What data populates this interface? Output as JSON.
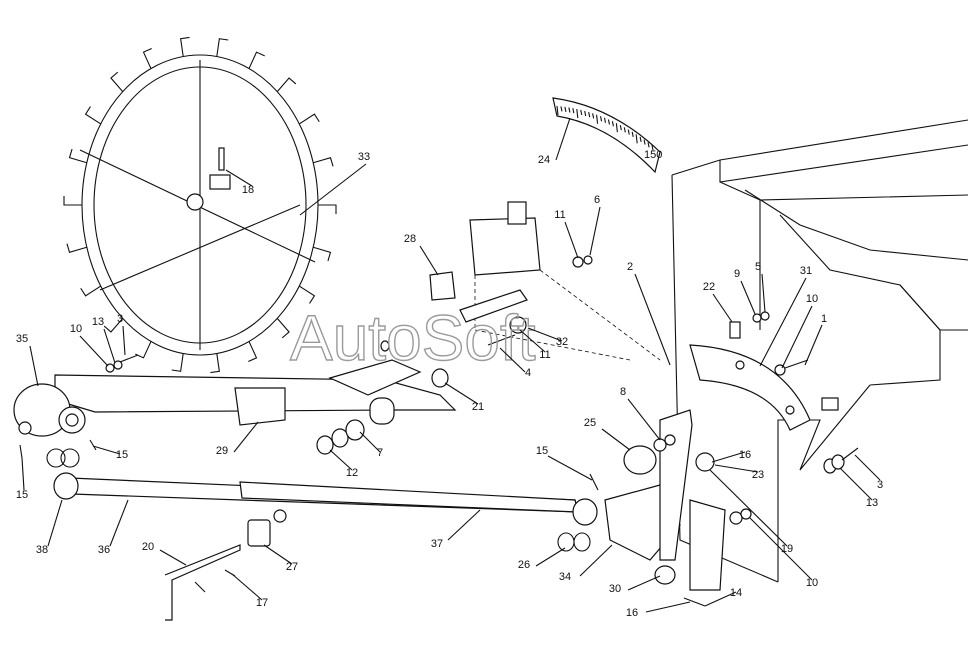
{
  "watermark": "AutoSoft",
  "scale_text": "150",
  "labels": [
    "1",
    "2",
    "3",
    "3",
    "4",
    "5",
    "6",
    "7",
    "8",
    "9",
    "10",
    "10",
    "10",
    "11",
    "11",
    "12",
    "13",
    "13",
    "14",
    "15",
    "15",
    "15",
    "16",
    "16",
    "17",
    "18",
    "19",
    "20",
    "21",
    "22",
    "23",
    "24",
    "25",
    "26",
    "27",
    "28",
    "29",
    "30",
    "31",
    "32",
    "33",
    "34",
    "35",
    "36",
    "37",
    "38"
  ]
}
